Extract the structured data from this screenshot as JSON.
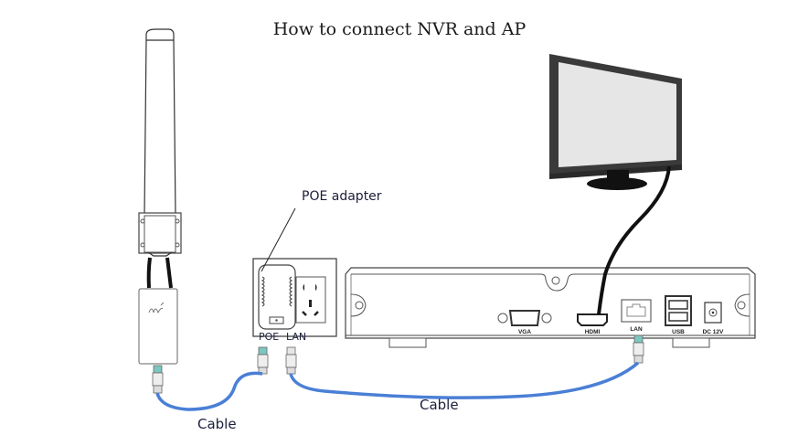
{
  "title": "How to connect NVR and AP",
  "labels": {
    "poe_adapter": "POE adapter",
    "cable_left": "Cable",
    "cable_right": "Cable"
  },
  "adapter_ports": {
    "poe": "POE",
    "lan": "LAN"
  },
  "nvr_ports": {
    "vga": "VGA",
    "hdmi": "HDMI",
    "lan": "LAN",
    "usb": "USB",
    "dc": "DC 12V"
  },
  "devices": [
    "outdoor-ap-antenna",
    "poe-adapter",
    "nvr",
    "monitor"
  ],
  "colors": {
    "cable": "#4a7fd6",
    "monitor_body": "#3a3a3a",
    "monitor_screen": "#e6e6e6",
    "connector": "#7cc7c0"
  }
}
